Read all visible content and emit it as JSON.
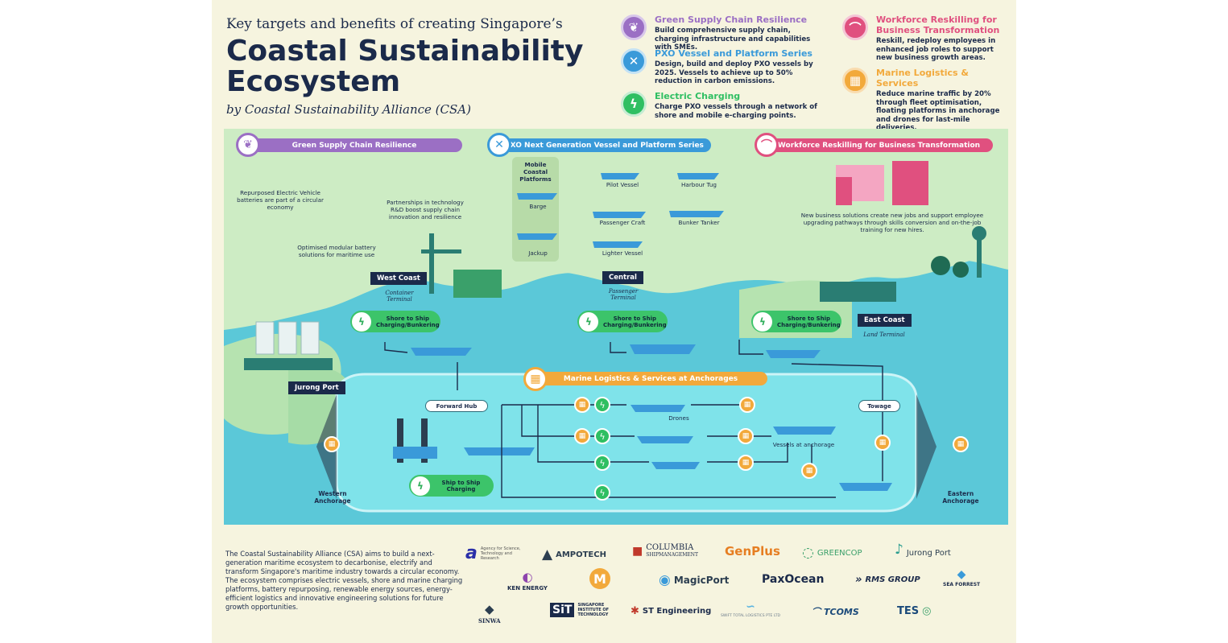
{
  "header": {
    "subtitle": "Key targets and benefits of creating Singapore’s",
    "title": "Coastal Sustainability Ecosystem",
    "byline": "by Coastal Sustainability Alliance (CSA)"
  },
  "legend": [
    {
      "title": "Green Supply Chain Resilience",
      "desc": "Build comprehensive supply chain, charging infrastructure and capabilities with SMEs.",
      "color": "#9b6fc4",
      "icon": "leaf-icon"
    },
    {
      "title": "PXO Vessel and Platform Series",
      "desc": "Design, build and deploy PXO vessels by 2025. Vessels to achieve up to 50% reduction in carbon emissions.",
      "color": "#3a9ad9",
      "icon": "wrench-icon"
    },
    {
      "title": "Electric Charging",
      "desc": "Charge PXO vessels through a network of shore and mobile e-charging points.",
      "color": "#2fbf62",
      "icon": "bolt-icon"
    },
    {
      "title": "Workforce Reskilling for Business Transformation",
      "desc": "Reskill, redeploy employees in enhanced job roles to support new business growth areas.",
      "color": "#e0507f",
      "icon": "hardhat-icon"
    },
    {
      "title": "Marine Logistics & Services",
      "desc": "Reduce marine traffic by 20% through fleet optimisation, floating platforms in anchorage and drones for last-mile deliveries.",
      "color": "#f2a93b",
      "icon": "crate-icon"
    }
  ],
  "map": {
    "banners": {
      "green": "Green Supply Chain Resilience",
      "pxo": "PXO Next Generation Vessel and Platform Series",
      "workforce": "Workforce Reskilling for Business Transformation",
      "marine": "Marine Logistics & Services at Anchorages"
    },
    "green_labels": {
      "batteries": "Repurposed Electric Vehicle batteries are part of a circular economy",
      "modular": "Optimised modular battery solutions for maritime use",
      "partnerships": "Partnerships in technology R&D boost supply chain innovation and resilience"
    },
    "vessels": {
      "mobile_platforms": "Mobile Coastal Platforms",
      "barge": "Barge",
      "jackup": "Jackup",
      "pilot": "Pilot Vessel",
      "tug": "Harbour Tug",
      "passenger": "Passenger Craft",
      "bunker": "Bunker Tanker",
      "lighter": "Lighter Vessel"
    },
    "workforce_text": "New business solutions create new jobs and support employee upgrading pathways through skills conversion and on-the-job training for new hires.",
    "terminals": {
      "west": {
        "name": "West Coast",
        "sub": "Container Terminal"
      },
      "central": {
        "name": "Central",
        "sub": "Passenger Terminal"
      },
      "east": {
        "name": "East Coast",
        "sub": "Land Terminal"
      },
      "jurong": {
        "name": "Jurong Port"
      }
    },
    "charging": {
      "shore": "Shore to Ship Charging/Bunkering",
      "ship": "Ship to Ship Charging"
    },
    "anchorage": {
      "forward_hub": "Forward Hub",
      "towage": "Towage",
      "drones": "Drones",
      "vessels_anchorage": "Vessels at anchorage",
      "western": "Western Anchorage",
      "eastern": "Eastern Anchorage"
    }
  },
  "about": "The Coastal Sustainability Alliance (CSA) aims to build a next-generation maritime ecosystem to decarbonise, electrify and transform Singapore's maritime industry towards a circular economy. The ecosystem comprises electric vessels, shore and marine charging platforms, battery repurposing, renewable energy sources, energy-efficient logistics and innovative engineering solutions for future growth opportunities.",
  "logos": {
    "astar": "Agency for Science, Technology and Research",
    "ampotech": "AMPOTECH",
    "columbia": "COLUMBIA",
    "columbia_sub": "SHIPMANAGEMENT",
    "genplus": "GenPlus",
    "greencop": "GREENCOP",
    "jurongport": "Jurong Port",
    "ken": "KEN ENERGY",
    "magicport": "MagicPort",
    "paxocean": "PaxOcean",
    "rms": "RMS GROUP",
    "seaforrest": "SEA FORREST",
    "sinwa": "SINWA",
    "sit": "SINGAPORE INSTITUTE OF TECHNOLOGY",
    "st": "ST Engineering",
    "swift": "SWIFT TOTAL LOGISTICS PTE LTD",
    "tcoms": "TCOMS",
    "tes": "TES"
  }
}
